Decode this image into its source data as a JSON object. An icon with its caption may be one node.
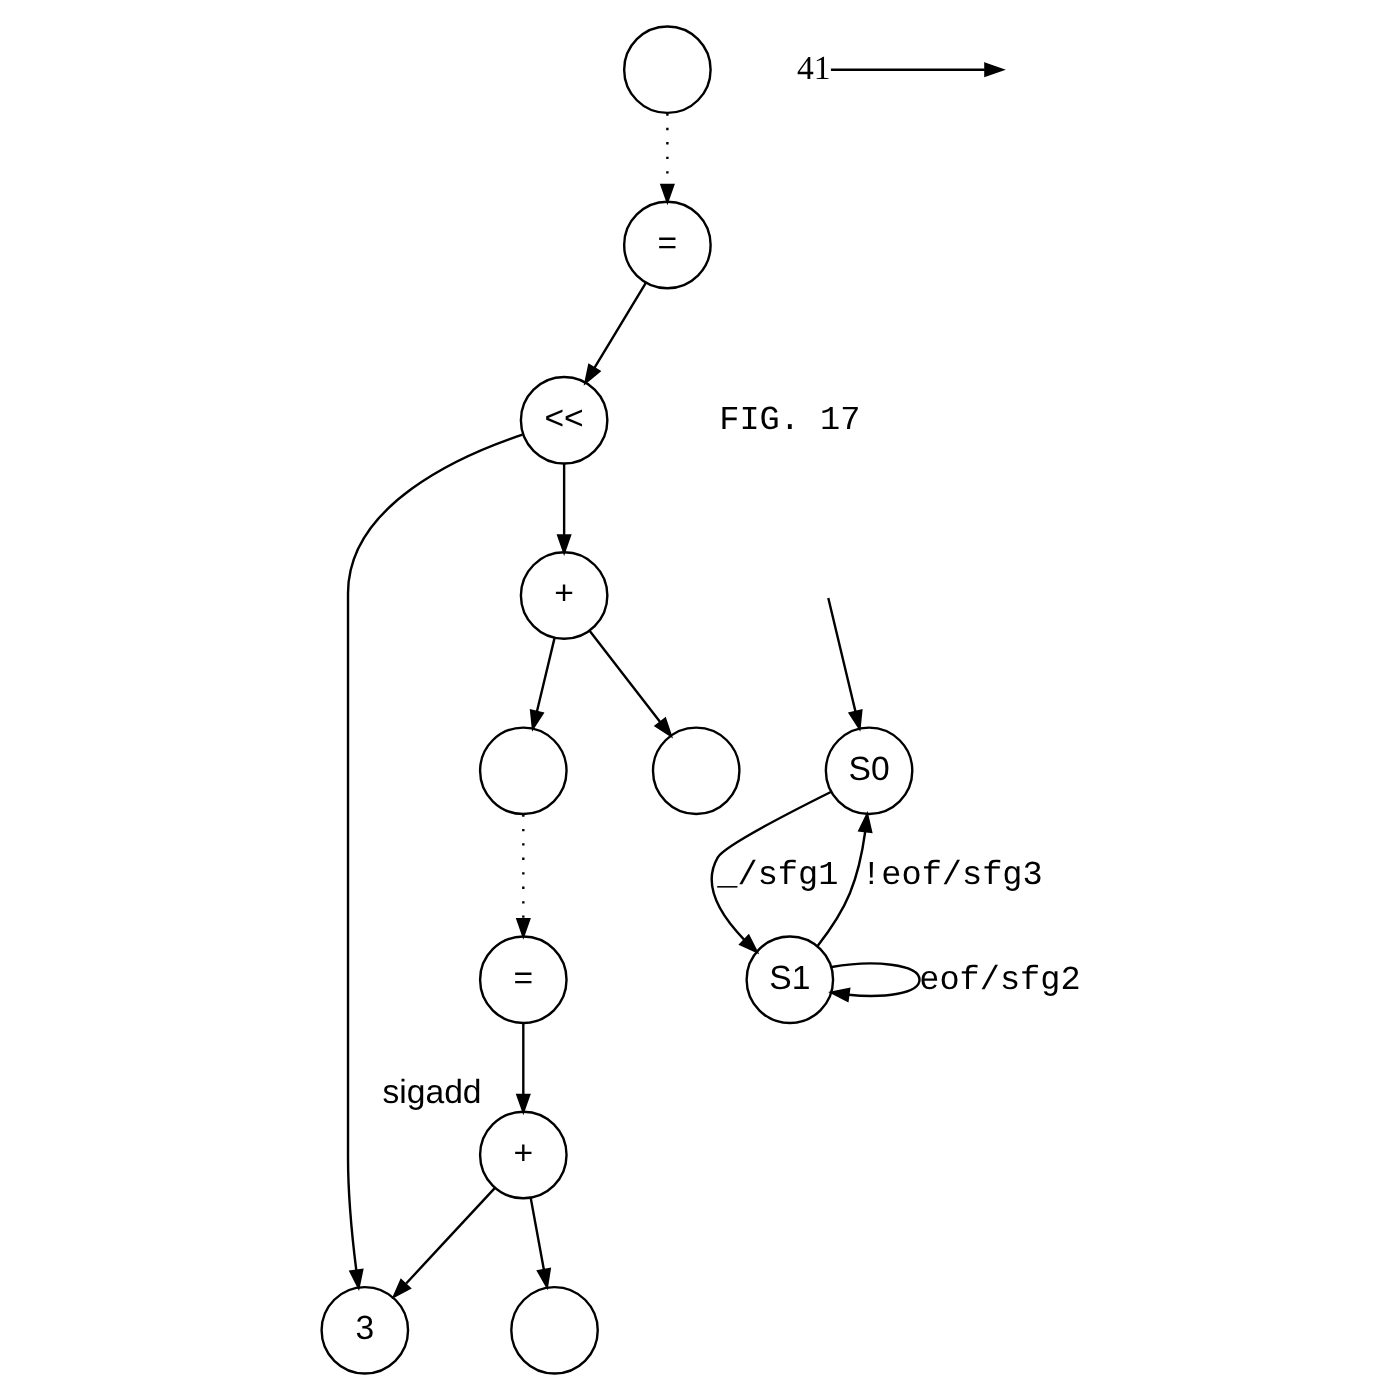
{
  "diagram": {
    "nodes": [
      {
        "text": [],
        "shape": "circle"
      },
      {
        "text": [],
        "shape": "circle"
      },
      {
        "text": [],
        "shape": "circle"
      },
      {
        "text": [],
        "shape": "circle"
      },
      {
        "text": [
          "+"
        ],
        "beside": [
          "sigadd"
        ]
      },
      {
        "text": [
          "3"
        ]
      },
      {
        "text": [
          "+"
        ]
      },
      {
        "text": [
          "="
        ]
      },
      {
        "text": [
          "<<"
        ]
      },
      {
        "text": [
          "="
        ]
      },
      {
        "text": [
          "41"
        ]
      },
      {
        "text": [
          "S0"
        ]
      },
      {
        "text": [
          "S1"
        ]
      }
    ],
    "edges": [
      {
        "from": 4,
        "to": 0,
        "arrow": "to"
      },
      {
        "from": 4,
        "to": 5,
        "arrow": "to"
      },
      {
        "from": 7,
        "to": 4,
        "arrow": "to"
      },
      {
        "from": 1,
        "to": 7,
        "arrow": "to",
        "style": "dashed"
      },
      {
        "from": 6,
        "to": 2,
        "arrow": "to"
      },
      {
        "from": 6,
        "to": 1,
        "arrow": "to"
      },
      {
        "from": 8,
        "to": 5,
        "arrow": "to"
      },
      {
        "from": 8,
        "to": 6,
        "arrow": "to"
      },
      {
        "from": 9,
        "to": 8,
        "arrow": "to"
      },
      {
        "from": 3,
        "to": 9,
        "arrow": "to",
        "style": "dashed"
      },
      {
        "from": 10,
        "to": null,
        "arrow": "to"
      },
      {
        "from": null,
        "to": 11,
        "arrow": "to"
      },
      {
        "from": 11,
        "to": 12,
        "label": "_/sfg1",
        "arrow": "to"
      },
      {
        "from": 12,
        "to": 11,
        "label": "!eof/sfg3",
        "arrow": "to"
      },
      {
        "from": 12,
        "to": 12,
        "label": "eof/sfg2",
        "arrow": "to"
      }
    ],
    "labels": [
      "FIG. 17"
    ]
  }
}
